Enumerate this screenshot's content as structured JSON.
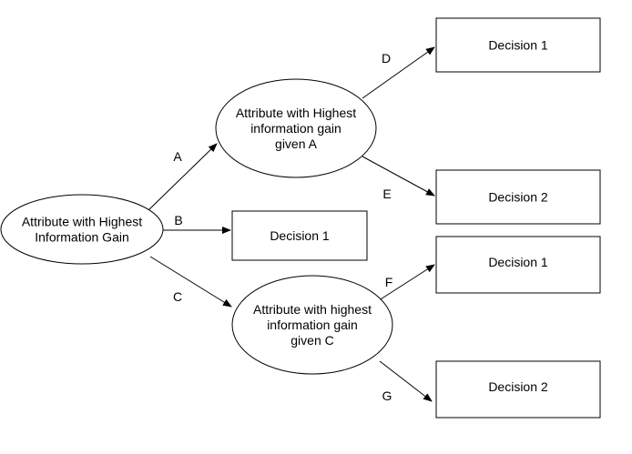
{
  "colors": {
    "stroke": "#000000",
    "fill": "#ffffff",
    "text": "#000000"
  },
  "nodes": [
    {
      "id": "root",
      "shape": "ellipse",
      "lines": [
        "Attribute with Highest",
        "Information Gain"
      ]
    },
    {
      "id": "attrA",
      "shape": "ellipse",
      "lines": [
        "Attribute with Highest",
        "information gain",
        "given A"
      ]
    },
    {
      "id": "attrC",
      "shape": "ellipse",
      "lines": [
        "Attribute with highest",
        "information gain",
        "given C"
      ]
    },
    {
      "id": "decB",
      "shape": "rect",
      "lines": [
        "Decision 1"
      ]
    },
    {
      "id": "decD",
      "shape": "rect",
      "lines": [
        "Decision 1"
      ]
    },
    {
      "id": "decE",
      "shape": "rect",
      "lines": [
        "Decision 2"
      ]
    },
    {
      "id": "decF",
      "shape": "rect",
      "lines": [
        "Decision 1"
      ]
    },
    {
      "id": "decG",
      "shape": "rect",
      "lines": [
        "Decision 2"
      ]
    }
  ],
  "edges": [
    {
      "from": "root",
      "to": "attrA",
      "label": "A"
    },
    {
      "from": "root",
      "to": "decB",
      "label": "B"
    },
    {
      "from": "root",
      "to": "attrC",
      "label": "C"
    },
    {
      "from": "attrA",
      "to": "decD",
      "label": "D"
    },
    {
      "from": "attrA",
      "to": "decE",
      "label": "E"
    },
    {
      "from": "attrC",
      "to": "decF",
      "label": "F"
    },
    {
      "from": "attrC",
      "to": "decG",
      "label": "G"
    }
  ]
}
